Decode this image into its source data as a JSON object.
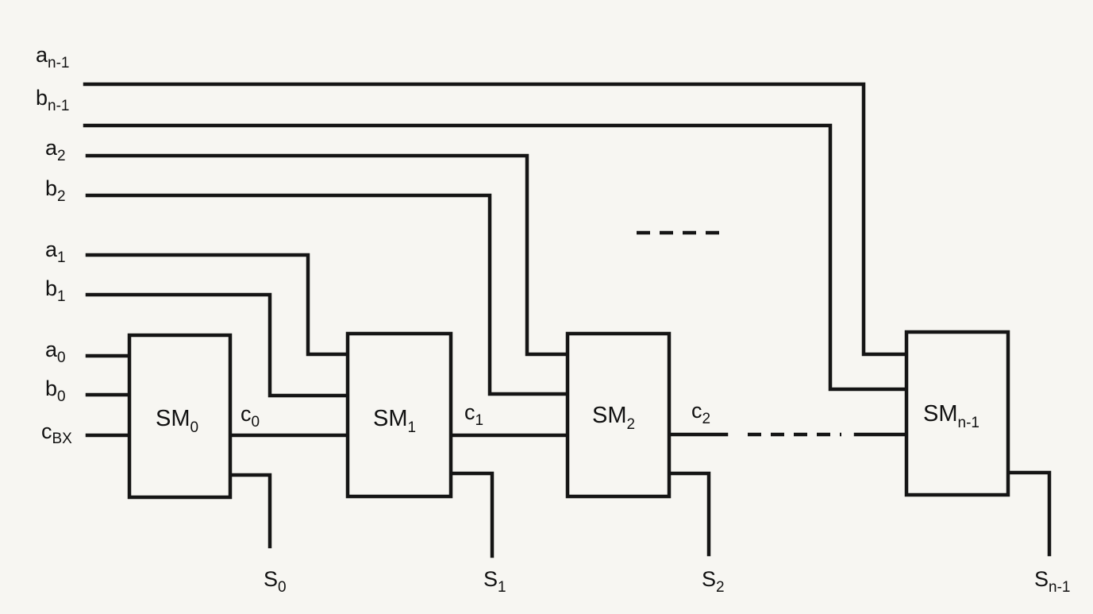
{
  "inputs": {
    "a_n1": {
      "base": "a",
      "sub": "n-1"
    },
    "b_n1": {
      "base": "b",
      "sub": "n-1"
    },
    "a2": {
      "base": "a",
      "sub": "2"
    },
    "b2": {
      "base": "b",
      "sub": "2"
    },
    "a1": {
      "base": "a",
      "sub": "1"
    },
    "b1": {
      "base": "b",
      "sub": "1"
    },
    "a0": {
      "base": "a",
      "sub": "0"
    },
    "b0": {
      "base": "b",
      "sub": "0"
    },
    "cin": {
      "base": "c",
      "sub": "BX"
    }
  },
  "blocks": {
    "sm0": {
      "base": "SM",
      "sub": "0"
    },
    "sm1": {
      "base": "SM",
      "sub": "1"
    },
    "sm2": {
      "base": "SM",
      "sub": "2"
    },
    "smn1": {
      "base": "SM",
      "sub": "n-1"
    }
  },
  "carries": {
    "c0": {
      "base": "c",
      "sub": "0"
    },
    "c1": {
      "base": "c",
      "sub": "1"
    },
    "c2": {
      "base": "c",
      "sub": "2"
    }
  },
  "outputs": {
    "s0": {
      "base": "S",
      "sub": "0"
    },
    "s1": {
      "base": "S",
      "sub": "1"
    },
    "s2": {
      "base": "S",
      "sub": "2"
    },
    "sn1": {
      "base": "S",
      "sub": "n-1"
    }
  }
}
